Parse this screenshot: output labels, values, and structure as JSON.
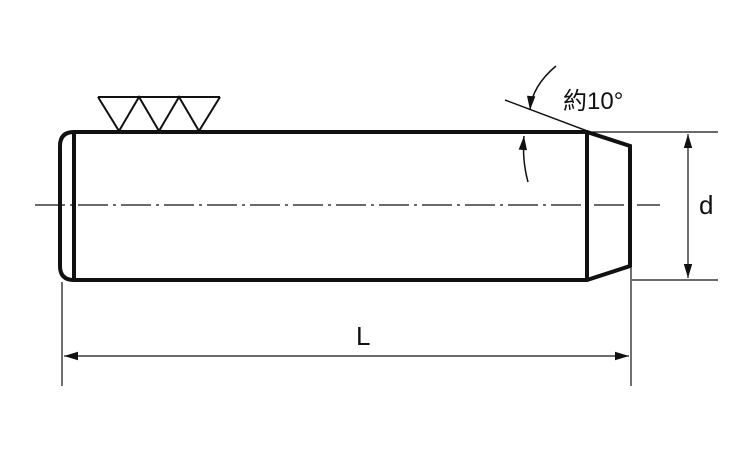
{
  "drawing": {
    "angle_label": "約10°",
    "diameter_label": "d",
    "length_label": "L",
    "surface_finish_symbol": "triple-triangle-finish-mark",
    "line_color": "#111111"
  }
}
